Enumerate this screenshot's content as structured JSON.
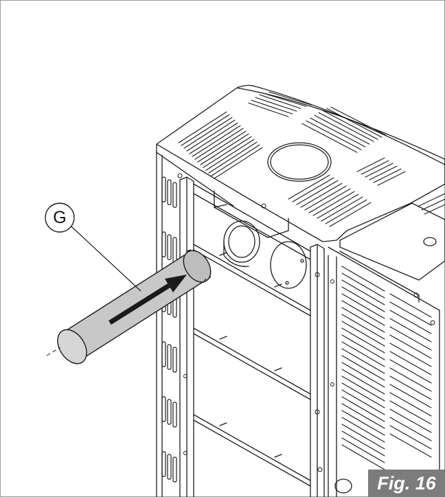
{
  "figure": {
    "label": "Fig. 16",
    "label_bg": "#7c7c7c",
    "label_color": "#ffffff"
  },
  "callouts": [
    {
      "letter": "G",
      "part": "flue-pipe"
    }
  ],
  "colors": {
    "line": "#1a1a1a",
    "pipe_fill": "#c8c8c8",
    "arrow": "#1a1a1a",
    "frame_border": "#9a9a9a"
  }
}
